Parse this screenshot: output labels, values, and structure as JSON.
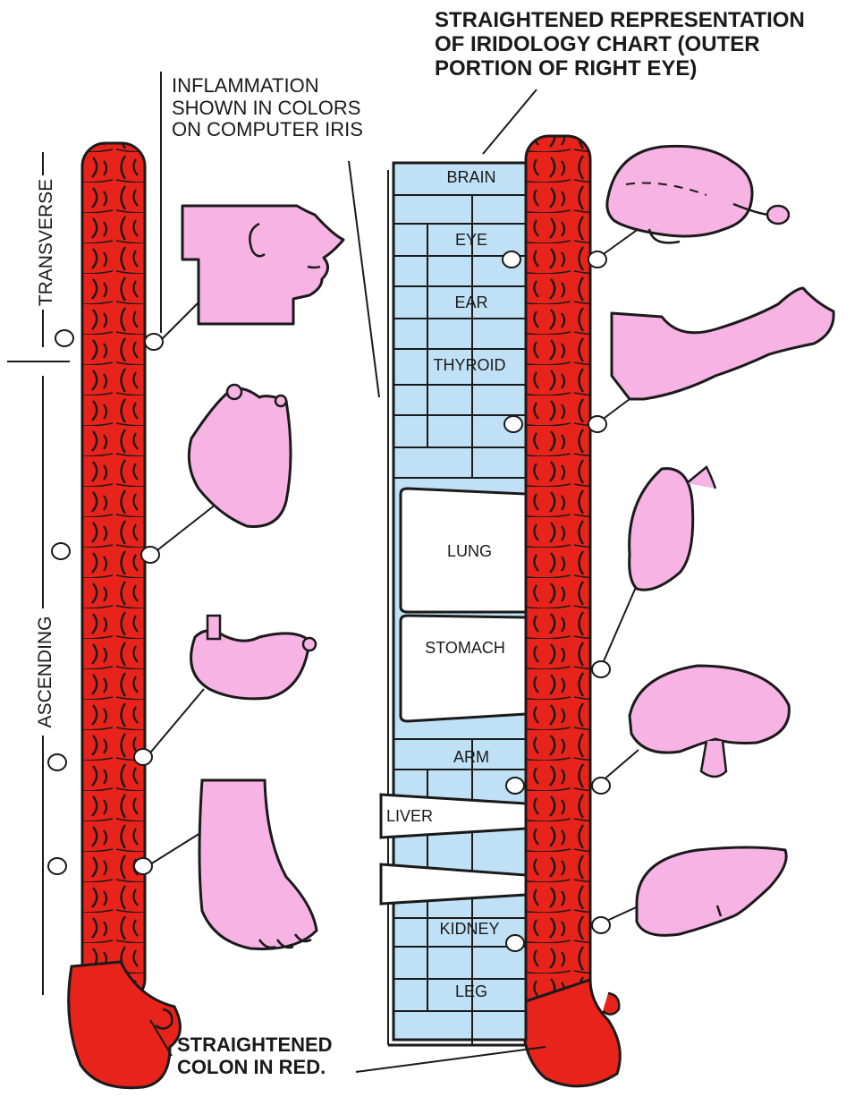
{
  "title": "STRAIGHTENED REPRESENTATION\nOF IRIDOLOGY CHART (OUTER\nPORTION OF RIGHT EYE)",
  "inflammation_note": "INFLAMMATION\nSHOWN IN COLORS\nON COMPUTER IRIS",
  "colon_note": "STRAIGHTENED\nCOLON IN RED.",
  "sections": {
    "transverse": "TRANSVERSE",
    "ascending": "ASCENDING"
  },
  "chart_zones": [
    "BRAIN",
    "EYE",
    "EAR",
    "THYROID",
    "LUNG",
    "STOMACH",
    "ARM",
    "LIVER",
    "KIDNEY",
    "LEG"
  ],
  "colors": {
    "colon": "#e8231b",
    "chart": "#bfe0f5",
    "organ": "#f7b3e3",
    "ink": "#1a1a1a"
  },
  "organ_icons": [
    "head-icon",
    "heart-icon",
    "stomach-icon",
    "foot-icon",
    "brain-icon",
    "arm-icon",
    "lung-icon",
    "kidney-icon",
    "liver-icon"
  ]
}
